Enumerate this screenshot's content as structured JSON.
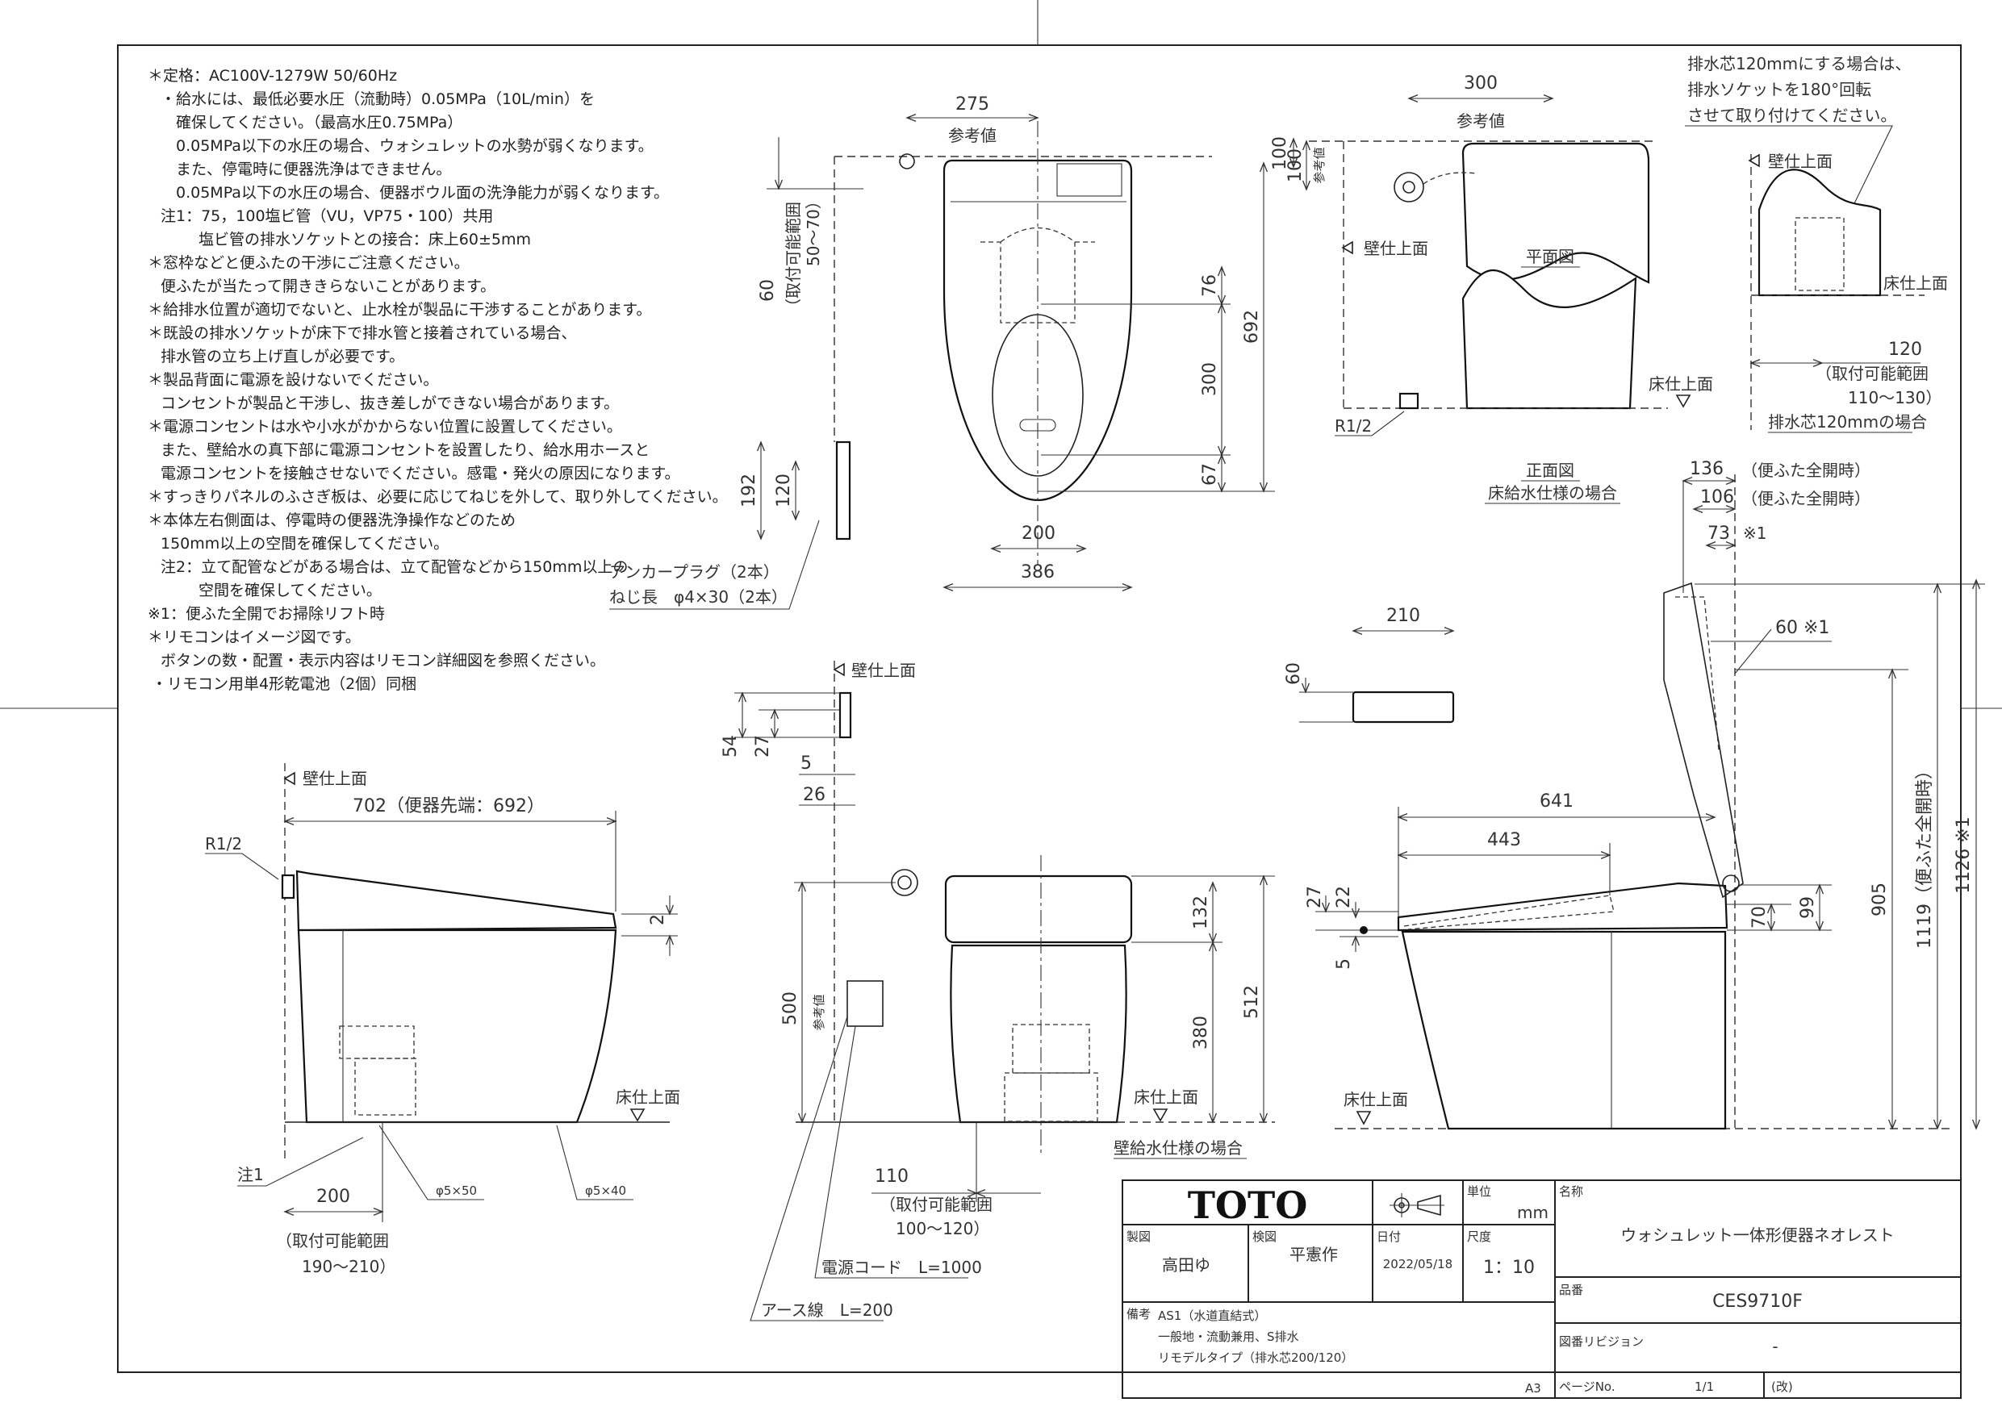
{
  "notes": [
    "＊定格：AC100V-1279W 50/60Hz",
    "・給水には、最低必要水圧（流動時）0.05MPa（10L/min）を",
    "確保してください。（最高水圧0.75MPa）",
    "0.05MPa以下の水圧の場合、ウォシュレットの水勢が弱くなります。",
    "また、停電時に便器洗浄はできません。",
    "0.05MPa以下の水圧の場合、便器ボウル面の洗浄能力が弱くなります。",
    "注1：75，100塩ビ管（VU，VP75・100）共用",
    "塩ビ管の排水ソケットとの接合：床上60±5mm",
    "＊窓枠などと便ふたの干渉にご注意ください。",
    "便ふたが当たって開ききらないことがあります。",
    "＊給排水位置が適切でないと、止水栓が製品に干渉することがあります。",
    "＊既設の排水ソケットが床下で排水管と接着されている場合、",
    "排水管の立ち上げ直しが必要です。",
    "＊製品背面に電源を設けないでください。",
    "コンセントが製品と干渉し、抜き差しができない場合があります。",
    "＊電源コンセントは水や小水がかからない位置に設置してください。",
    "また、壁給水の真下部に電源コンセントを設置したり、給水用ホースと",
    "電源コンセントを接触させないでください。感電・発火の原因になります。",
    "＊すっきりパネルのふさぎ板は、必要に応じてねじを外して、取り外してください。",
    "＊本体左右側面は、停電時の便器洗浄操作などのため",
    "150mm以上の空間を確保してください。",
    "注2：立て配管などがある場合は、立て配管などから150mm以上の",
    "空間を確保してください。",
    "※1：便ふた全開でお掃除リフト時",
    "＊リモコンはイメージ図です。",
    "ボタンの数・配置・表示内容はリモコン詳細図を参照ください。",
    "・リモコン用単4形乾電池（2個）同梱"
  ],
  "plan_top": {
    "dim_275": "275",
    "ref": "参考値",
    "dim_100": "100",
    "dim_692": "692",
    "dim_76": "76",
    "dim_300": "300",
    "dim_67": "67",
    "dim_200": "200",
    "dim_386": "386",
    "dim_60": "60",
    "range_label": "（取付可能範囲",
    "range_value": "50～70）",
    "dim_192": "192",
    "dim_120": "120",
    "anchor_plug": "アンカープラグ（2本）",
    "screw": "ねじ長　φ4×30（2本）"
  },
  "plan_detail": {
    "dim_300": "300",
    "ref": "参考値",
    "ref_vertical": "参考値",
    "dim_100": "100",
    "wall": "壁仕上面",
    "plan_label": "平面図",
    "floor": "床仕上面",
    "r12": "R1/2",
    "front_label": "正面図",
    "floor_supply": "床給水仕様の場合"
  },
  "drain_note": {
    "lines": [
      "排水芯120mmにする場合は、",
      "排水ソケットを180°回転",
      "させて取り付けてください。"
    ],
    "wall": "壁仕上面",
    "floor": "床仕上面",
    "dim_120": "120",
    "range1": "（取付可能範囲",
    "range2": "110～130）",
    "caption": "排水芯120mmの場合"
  },
  "side_left": {
    "wall": "壁仕上面",
    "dim_702": "702（便器先端：692）",
    "r12": "R1/2",
    "dim_2": "2",
    "floor": "床仕上面",
    "note1": "注1",
    "screw50": "φ5×50",
    "screw40": "φ5×40",
    "dim_200": "200",
    "range1": "（取付可能範囲",
    "range2": "190～210）"
  },
  "front_bottom": {
    "wall": "壁仕上面",
    "dim_54": "54",
    "dim_27": "27",
    "dim_5": "5",
    "dim_26": "26",
    "dim_500": "500",
    "ref": "参考値",
    "dim_132": "132",
    "dim_380": "380",
    "dim_512": "512",
    "floor": "床仕上面",
    "wall_supply": "壁給水仕様の場合",
    "dim_110": "110",
    "range1": "（取付可能範囲",
    "range2": "100～120）",
    "power_cord": "電源コード　L=1000",
    "earth": "アース線　L=200"
  },
  "remote": {
    "dim_210": "210",
    "dim_60": "60"
  },
  "side_right": {
    "dim_136": "136",
    "dim_106": "106",
    "dim_73": "73",
    "lid_open_1": "（便ふた全開時）",
    "lid_open_2": "（便ふた全開時）",
    "mark1": "※1",
    "dim_60": "60 ※1",
    "dim_641": "641",
    "dim_443": "443",
    "dim_27": "27",
    "dim_22": "22",
    "dim_5": "5",
    "dim_70": "70",
    "dim_99": "99",
    "dim_905": "905",
    "dim_1119": "1119（便ふた全開時）",
    "dim_1126": "1126 ※1",
    "floor": "床仕上面"
  },
  "title_block": {
    "logo": "TOTO",
    "unit_label": "単位",
    "unit": "mm",
    "name_label": "名称",
    "name": "ウォシュレット一体形便器ネオレスト",
    "drafter_label": "製図",
    "drafter": "高田ゆ",
    "checker_label": "検図",
    "checker": "平憲作",
    "date_label": "日付",
    "date": "2022/05/18",
    "scale_label": "尺度",
    "scale": "1：10",
    "part_label": "品番",
    "part": "CES9710F",
    "revision_label": "図番リビジョン",
    "revision": "-",
    "remarks_label": "備考",
    "remarks": [
      "AS1（水道直結式）",
      "一般地・流動兼用、S排水",
      "リモデルタイプ（排水芯200/120）"
    ],
    "paper": "A3",
    "page_label": "ページNo.",
    "page": "1/1",
    "rev_mark": "(改)"
  }
}
